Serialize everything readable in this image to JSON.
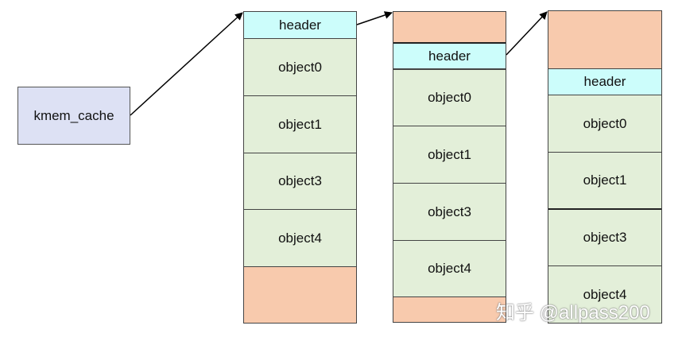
{
  "kmem_cache": {
    "label": "kmem_cache"
  },
  "slabs": [
    {
      "header": "header",
      "objects": [
        "object0",
        "object1",
        "object3",
        "object4"
      ]
    },
    {
      "header": "header",
      "objects": [
        "object0",
        "object1",
        "object3",
        "object4"
      ]
    },
    {
      "header": "header",
      "objects": [
        "object0",
        "object1",
        "object3",
        "object4"
      ]
    }
  ],
  "colors": {
    "kmem_fill": "#dde1f4",
    "header_fill": "#ccfdfb",
    "object_fill": "#e3efd9",
    "padding_fill": "#f8caad"
  },
  "watermark": "知乎 @allpass200"
}
